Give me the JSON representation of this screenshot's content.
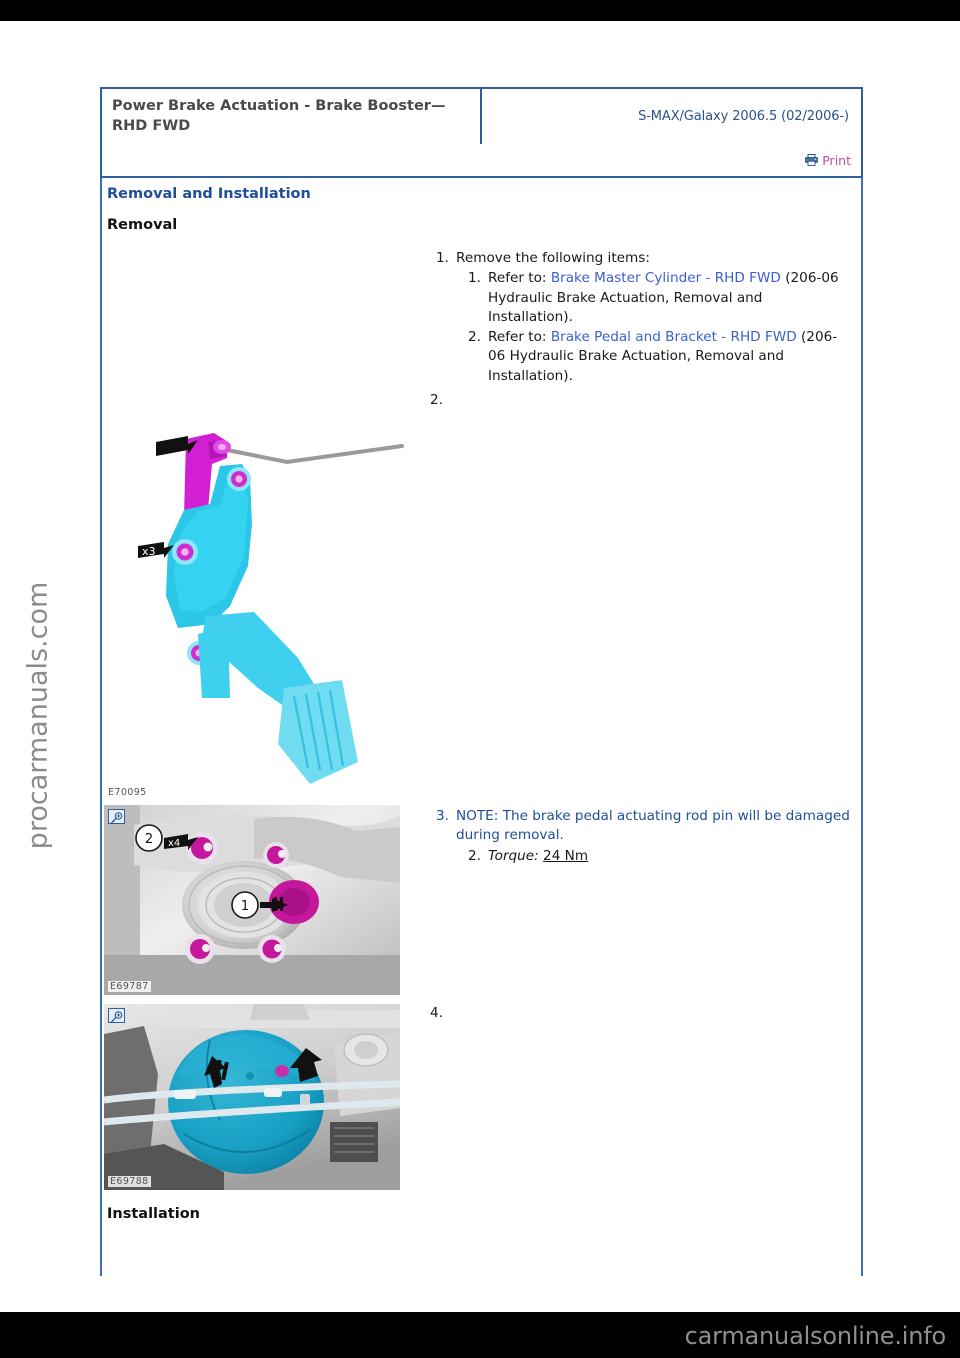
{
  "document": {
    "header": {
      "title": "Power Brake Actuation - Brake Booster—RHD FWD",
      "model": "S-MAX/Galaxy 2006.5 (02/2006-)",
      "print_label": "Print",
      "print_icon": "printer-icon"
    },
    "section_heading": "Removal and Installation",
    "subheading_removal": "Removal",
    "subheading_installation": "Installation",
    "steps": [
      {
        "number": "1.",
        "text": "Remove the following items:",
        "substeps": [
          {
            "number": "1.",
            "prefix": "Refer to: ",
            "link": "Brake Master Cylinder - RHD FWD",
            "suffix": " (206-06 Hydraulic Brake Actuation, Removal and Installation)."
          },
          {
            "number": "2.",
            "prefix": "Refer to: ",
            "link": "Brake Pedal and Bracket - RHD FWD",
            "suffix": " (206-06 Hydraulic Brake Actuation, Removal and Installation)."
          }
        ]
      },
      {
        "number": "2.",
        "text": ""
      },
      {
        "number": "3.",
        "note": "NOTE: The brake pedal actuating rod pin will be damaged during removal.",
        "substeps": [
          {
            "number": "2.",
            "label": "Torque:",
            "value": "24 Nm"
          }
        ]
      },
      {
        "number": "4.",
        "text": ""
      }
    ],
    "figures": [
      {
        "id": "fig-pedal",
        "caption": "E70095",
        "alt": "Brake pedal assembly with actuating rod, callout arrows and x3 fasteners",
        "has_zoom_badge": false,
        "callouts": [
          "x3"
        ]
      },
      {
        "id": "fig-bulkhead",
        "caption": "E69787",
        "alt": "Bulkhead view of brake booster mounting studs",
        "has_zoom_badge": true,
        "callouts": [
          "1",
          "2",
          "x4"
        ]
      },
      {
        "id": "fig-booster",
        "caption": "E69788",
        "alt": "Engine compartment view of brake booster",
        "has_zoom_badge": true,
        "callouts": []
      }
    ]
  },
  "watermarks": {
    "side": "procarmanuals.com",
    "bottom": "carmanualsonline.info"
  },
  "colors": {
    "header_border": "#2e5f9e",
    "heading_blue": "#1f4e9c",
    "link_blue": "#3b5fd0",
    "print_magenta": "#b84fa8",
    "rule_blue": "#3d6fb4",
    "band_black": "#000000"
  }
}
